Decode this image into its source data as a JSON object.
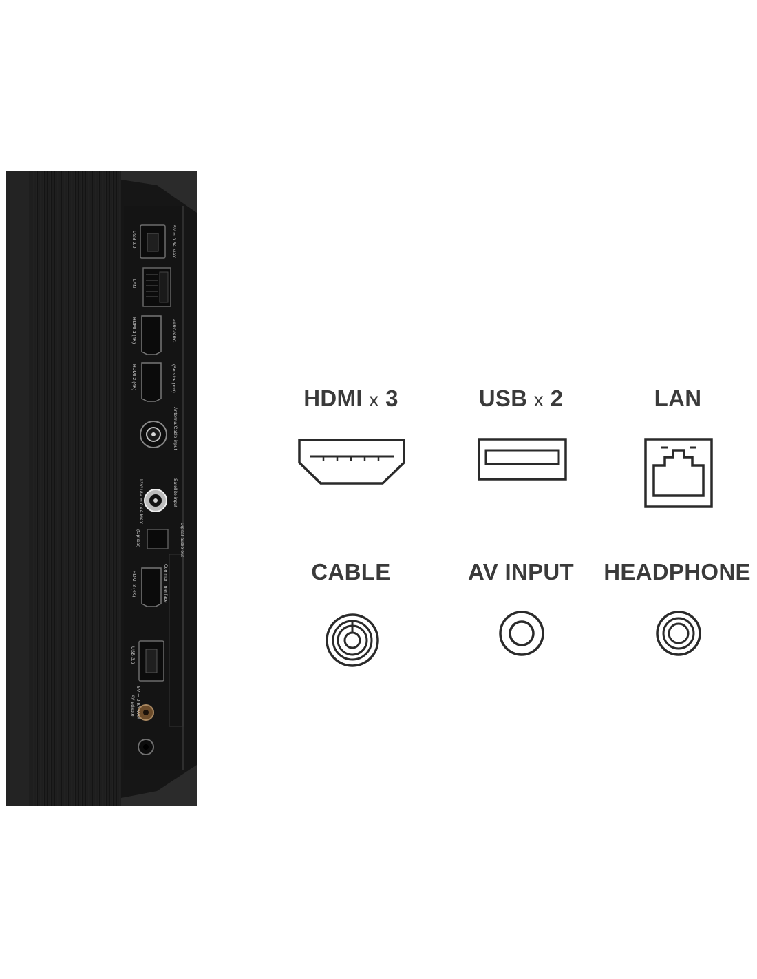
{
  "panel": {
    "labels": {
      "usb2": "USB 2.0",
      "usb2_rating": "5V ⎓ 0.5A MAX",
      "lan": "LAN",
      "hdmi1": "HDMI 1 (4K)",
      "hdmi1_sub": "eARC/ARC",
      "hdmi2": "HDMI 2 (4K)",
      "hdmi2_sub": "(Service port)",
      "antenna": "Antenna/Cable input",
      "satellite": "Satellite input",
      "satellite_rating": "13V/18V ⎓ 0.4A MAX",
      "digital_audio": "Digital audio out",
      "optical": "(Optical)",
      "hdmi3": "HDMI 3 (4K)",
      "common_interface": "Common Interface",
      "usb3": "USB 3.0",
      "usb3_rating": "5V ⎓ 0.9A MAX",
      "av_adapter": "AV adapter"
    }
  },
  "ports": [
    {
      "name": "HDMI",
      "mult": "x",
      "count": "3",
      "icon": "hdmi-icon"
    },
    {
      "name": "USB",
      "mult": "x",
      "count": "2",
      "icon": "usb-icon"
    },
    {
      "name": "LAN",
      "icon": "lan-icon"
    },
    {
      "name": "CABLE",
      "icon": "cable-icon"
    },
    {
      "name": "AV INPUT",
      "icon": "av-input-icon"
    },
    {
      "name": "HEADPHONE",
      "icon": "headphone-icon"
    }
  ],
  "colors": {
    "text": "#3a3a3a",
    "panel": "#1b1b1b",
    "icon_stroke": "#2a2a2a"
  }
}
